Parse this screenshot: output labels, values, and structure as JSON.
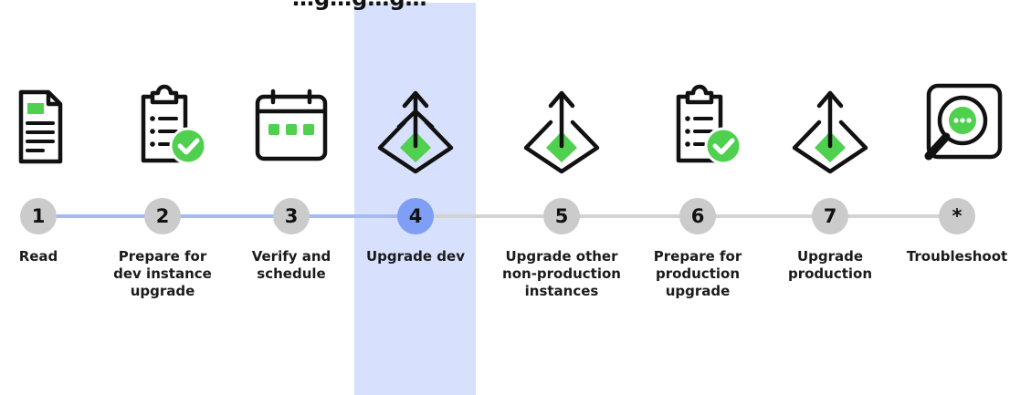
{
  "diagram": {
    "title": "…g…g…g…",
    "current_step": 4,
    "steps": [
      {
        "number": "1",
        "label": "Read",
        "icon": "document-icon"
      },
      {
        "number": "2",
        "label": "Prepare for\ndev instance\nupgrade",
        "icon": "clipboard-check-icon"
      },
      {
        "number": "3",
        "label": "Verify and\nschedule",
        "icon": "calendar-icon"
      },
      {
        "number": "4",
        "label": "Upgrade dev",
        "icon": "upgrade-icon"
      },
      {
        "number": "5",
        "label": "Upgrade other\nnon-production\ninstances",
        "icon": "upgrade-icon"
      },
      {
        "number": "6",
        "label": "Prepare for\nproduction\nupgrade",
        "icon": "clipboard-check-icon"
      },
      {
        "number": "7",
        "label": "Upgrade\nproduction",
        "icon": "upgrade-icon"
      },
      {
        "number": "*",
        "label": "Troubleshoot",
        "icon": "magnifier-icon"
      }
    ],
    "colors": {
      "highlight": "#d7e1fd",
      "active_circle": "#7f9ef6",
      "completed_line": "#a6b9f5",
      "pending_line": "#d3d3d3",
      "step_circle": "#cbcbcb",
      "accent_green": "#4fd04f"
    }
  }
}
